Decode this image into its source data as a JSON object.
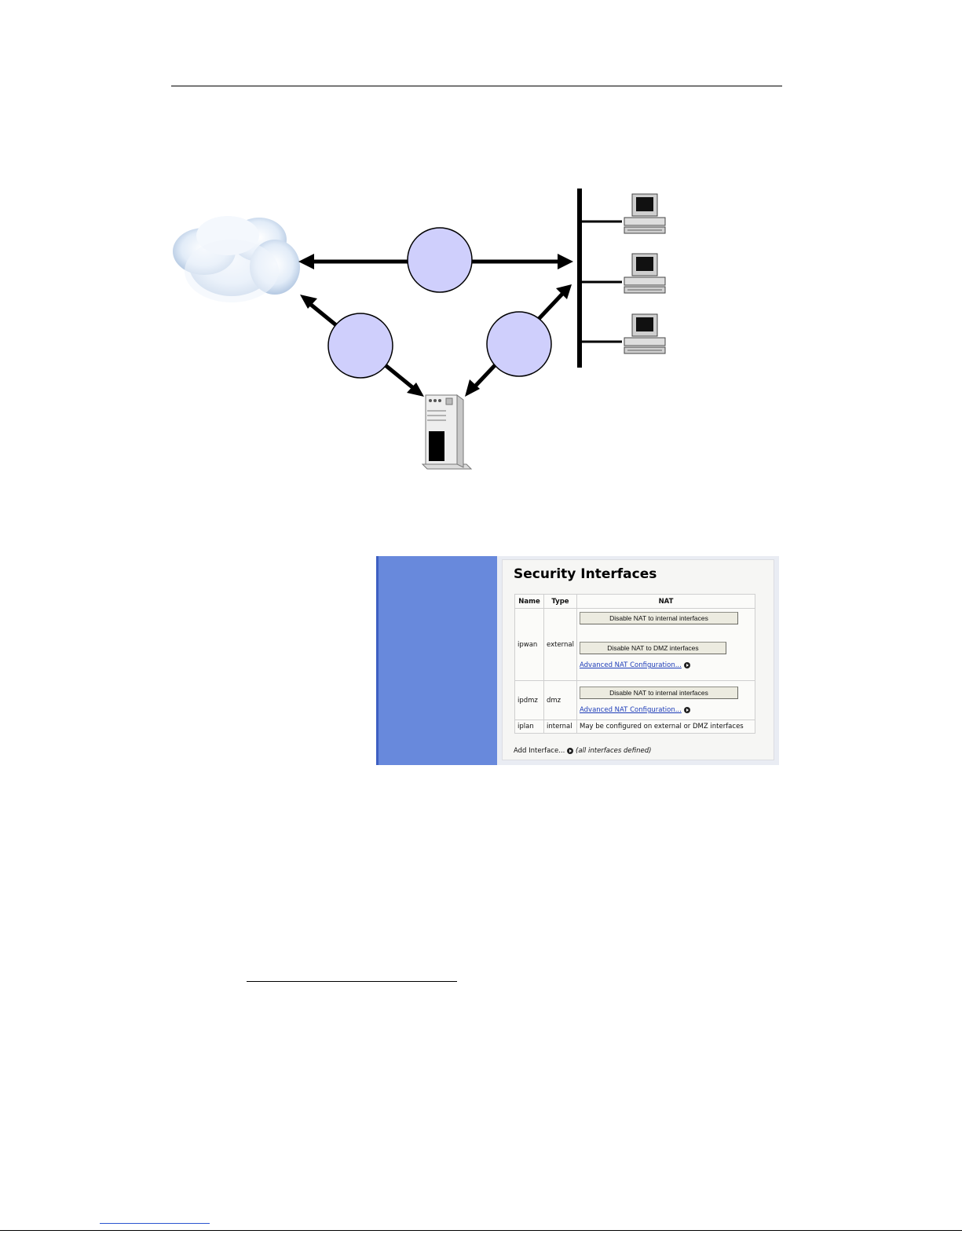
{
  "diagram": {
    "icons": [
      "cloud-icon",
      "server-tower-icon",
      "desktop-computer-icon",
      "desktop-computer-icon",
      "desktop-computer-icon"
    ],
    "colors": {
      "node_fill": "#cfcffc",
      "arrow": "#000000"
    }
  },
  "ui": {
    "title": "Security Interfaces",
    "columns": [
      "Name",
      "Type",
      "NAT"
    ],
    "rows": [
      {
        "name": "ipwan",
        "type": "external",
        "buttons": [
          "Disable NAT to internal interfaces",
          "Disable NAT to DMZ interfaces"
        ],
        "link": "Advanced NAT Configuration..."
      },
      {
        "name": "ipdmz",
        "type": "dmz",
        "buttons": [
          "Disable NAT to internal interfaces"
        ],
        "link": "Advanced NAT Configuration..."
      },
      {
        "name": "iplan",
        "type": "internal",
        "note": "May be configured on external or DMZ interfaces"
      }
    ],
    "add_link": "Add Interface...",
    "add_note": "(all interfaces defined)",
    "colors": {
      "sidebar": "#6889dc",
      "link": "#1d3cb8",
      "button": "#ecebe0"
    }
  }
}
